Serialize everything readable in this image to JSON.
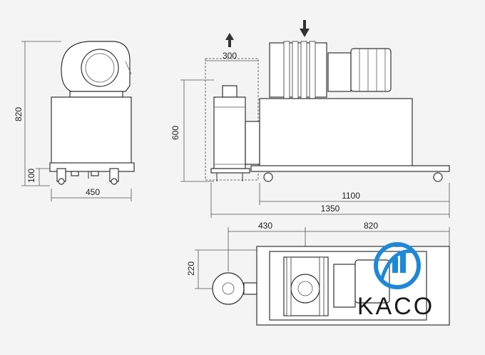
{
  "dimensions": {
    "front_height": "820",
    "front_foot": "100",
    "front_width": "450",
    "side_top_clearance": "300",
    "side_height": "600",
    "side_frame_length": "1100",
    "side_total_length": "1350",
    "top_offset": "430",
    "top_motor_length": "820",
    "top_width": "220"
  },
  "logo": {
    "text": "KACO",
    "colors": {
      "blue": "#1e88d8",
      "dark": "#1a1a1a"
    }
  },
  "icons": {
    "airflow_arrow_up": "arrow-up-icon",
    "airflow_arrow_down": "arrow-down-icon"
  }
}
